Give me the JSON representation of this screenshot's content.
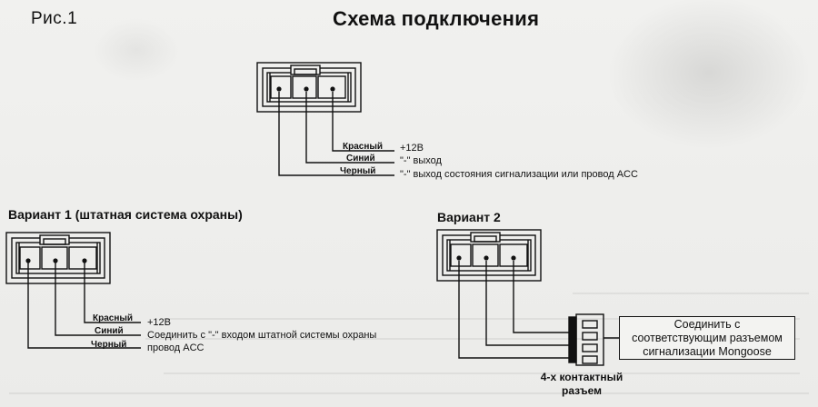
{
  "figure_label": "Рис.1",
  "title": "Схема подключения",
  "top": {
    "wires": [
      {
        "color": "Красный",
        "description": "+12В"
      },
      {
        "color": "Синий",
        "description": "\"-\" выход"
      },
      {
        "color": "Черный",
        "description": "\"-\" выход состояния сигнализации или провод ACC"
      }
    ]
  },
  "variant1": {
    "title": "Вариант 1 (штатная система охраны)",
    "wires": [
      {
        "color": "Красный",
        "description": "+12В"
      },
      {
        "color": "Синий",
        "description": "Соединить с \"-\" входом  штатной системы охраны"
      },
      {
        "color": "Черный",
        "description": "провод ACC"
      }
    ]
  },
  "variant2": {
    "title": "Вариант 2",
    "callout": {
      "line1": "Соединить с",
      "line2": "соответствующим разъемом",
      "line3": "сигнализации Mongoose"
    },
    "connector_caption": {
      "line1": "4-х контактный",
      "line2": "разъем"
    }
  },
  "colors": {
    "ink": "#111111",
    "paper": "#eeeeec"
  }
}
